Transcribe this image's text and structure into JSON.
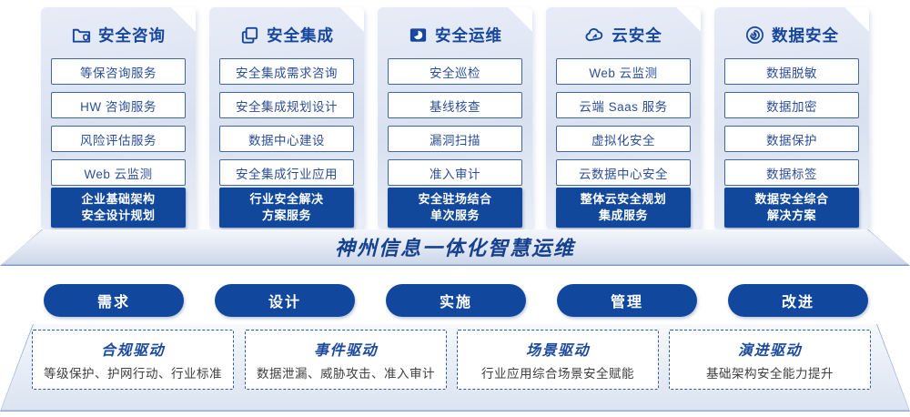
{
  "colors": {
    "primary_blue": "#12489c",
    "title_blue": "#17479d",
    "item_border_blue": "#42669f",
    "item_text_blue": "#2c4f98",
    "card_bg": "#dde4f2",
    "banner_text_blue": "#15418f",
    "driver_border_blue": "#2d59a8",
    "white": "#ffffff"
  },
  "columns": [
    {
      "title": "安全咨询",
      "icon": "folder-shield-icon",
      "items": [
        "等保咨询服务",
        "HW 咨询服务",
        "风险评估服务",
        "Web 云监测"
      ],
      "solution_line1": "企业基础架构",
      "solution_line2": "安全设计规划"
    },
    {
      "title": "安全集成",
      "icon": "copy-documents-icon",
      "items": [
        "安全集成需求咨询",
        "安全集成规划设计",
        "数据中心建设",
        "安全集成行业应用"
      ],
      "solution_line1": "行业安全解决",
      "solution_line2": "方案服务"
    },
    {
      "title": "安全运维",
      "icon": "monitor-pie-icon",
      "items": [
        "安全巡检",
        "基线核查",
        "漏洞扫描",
        "准入审计"
      ],
      "solution_line1": "安全驻场结合",
      "solution_line2": "单次服务"
    },
    {
      "title": "云安全",
      "icon": "cloud-icon",
      "items": [
        "Web 云监测",
        "云端 Saas 服务",
        "虚拟化安全",
        "云数据中心安全"
      ],
      "solution_line1": "整体云安全规划",
      "solution_line2": "集成服务"
    },
    {
      "title": "数据安全",
      "icon": "fingerprint-icon",
      "items": [
        "数据脱敏",
        "数据加密",
        "数据保护",
        "数据标签"
      ],
      "solution_line1": "数据安全综合",
      "solution_line2": "解决方案"
    }
  ],
  "banner": {
    "title": "神州信息一体化智慧运维"
  },
  "phases": [
    {
      "label": "需求"
    },
    {
      "label": "设计"
    },
    {
      "label": "实施"
    },
    {
      "label": "管理"
    },
    {
      "label": "改进"
    }
  ],
  "drivers": [
    {
      "title": "合规驱动",
      "desc": "等级保护、护网行动、行业标准"
    },
    {
      "title": "事件驱动",
      "desc": "数据泄漏、威胁攻击、准入审计"
    },
    {
      "title": "场景驱动",
      "desc": "行业应用综合场景安全赋能"
    },
    {
      "title": "演进驱动",
      "desc": "基础架构安全能力提升"
    }
  ]
}
